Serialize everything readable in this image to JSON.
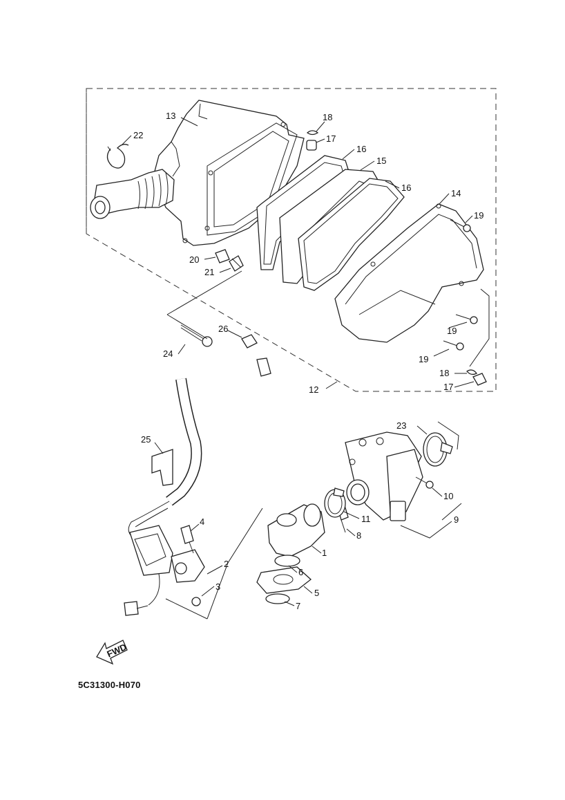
{
  "diagram_code": "5C31300-H070",
  "fwd_label": "FWD",
  "callouts": {
    "c1": "1",
    "c2": "2",
    "c3": "3",
    "c4": "4",
    "c5": "5",
    "c6": "6",
    "c7": "7",
    "c8": "8",
    "c9": "9",
    "c10": "10",
    "c11": "11",
    "c12": "12",
    "c13": "13",
    "c14": "14",
    "c15": "15",
    "c16a": "16",
    "c16b": "16",
    "c17a": "17",
    "c17b": "17",
    "c18a": "18",
    "c18b": "18",
    "c19a": "19",
    "c19b": "19",
    "c19c": "19",
    "c20": "20",
    "c21": "21",
    "c22": "22",
    "c23": "23",
    "c24": "24",
    "c25": "25",
    "c26": "26"
  }
}
